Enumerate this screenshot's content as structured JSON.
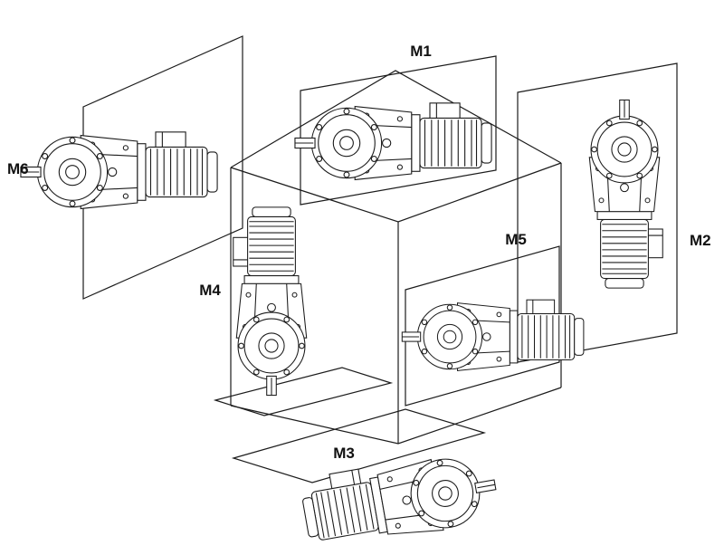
{
  "figure": {
    "background": "#ffffff",
    "line_color": "#1c1c1c",
    "labels": {
      "m1": "M1",
      "m2": "M2",
      "m3": "M3",
      "m4": "M4",
      "m5": "M5",
      "m6": "M6"
    }
  }
}
